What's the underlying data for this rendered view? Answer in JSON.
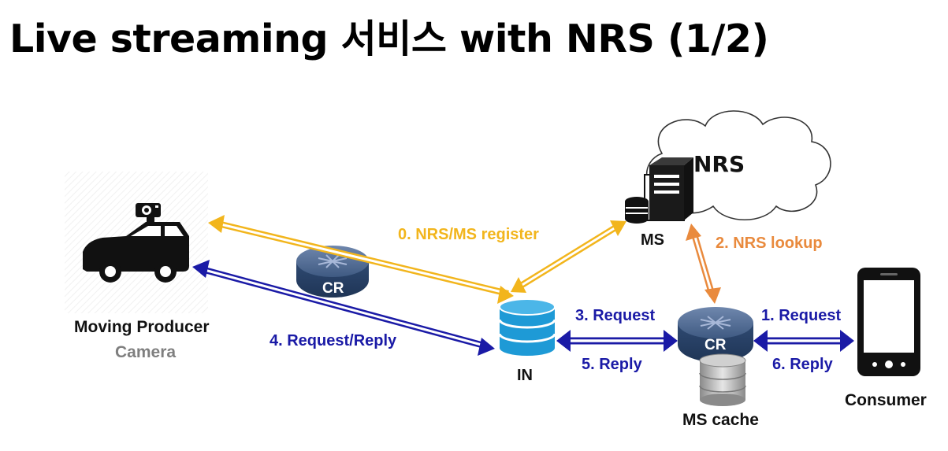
{
  "title": "Live streaming 서비스 with NRS (1/2)",
  "nodes": {
    "producer_name": "Moving Producer",
    "producer_sub": "Camera",
    "router_left": "CR",
    "in_node": "IN",
    "router_right": "CR",
    "ms_cache": "MS cache",
    "ms": "MS",
    "nrs": "NRS",
    "consumer": "Consumer"
  },
  "edges": {
    "register": "0. NRS/MS register",
    "lookup": "2. NRS lookup",
    "request_reply": "4. Request/Reply",
    "request_in": "3. Request",
    "reply_in": "5. Reply",
    "request_consumer": "1. Request",
    "reply_consumer": "6. Reply"
  },
  "colors": {
    "register_arrow": "#f2b51c",
    "lookup_arrow": "#e98a3d",
    "request_arrow": "#1a1aa6",
    "router": "#3f5a82",
    "database": "#1e9ad6"
  }
}
